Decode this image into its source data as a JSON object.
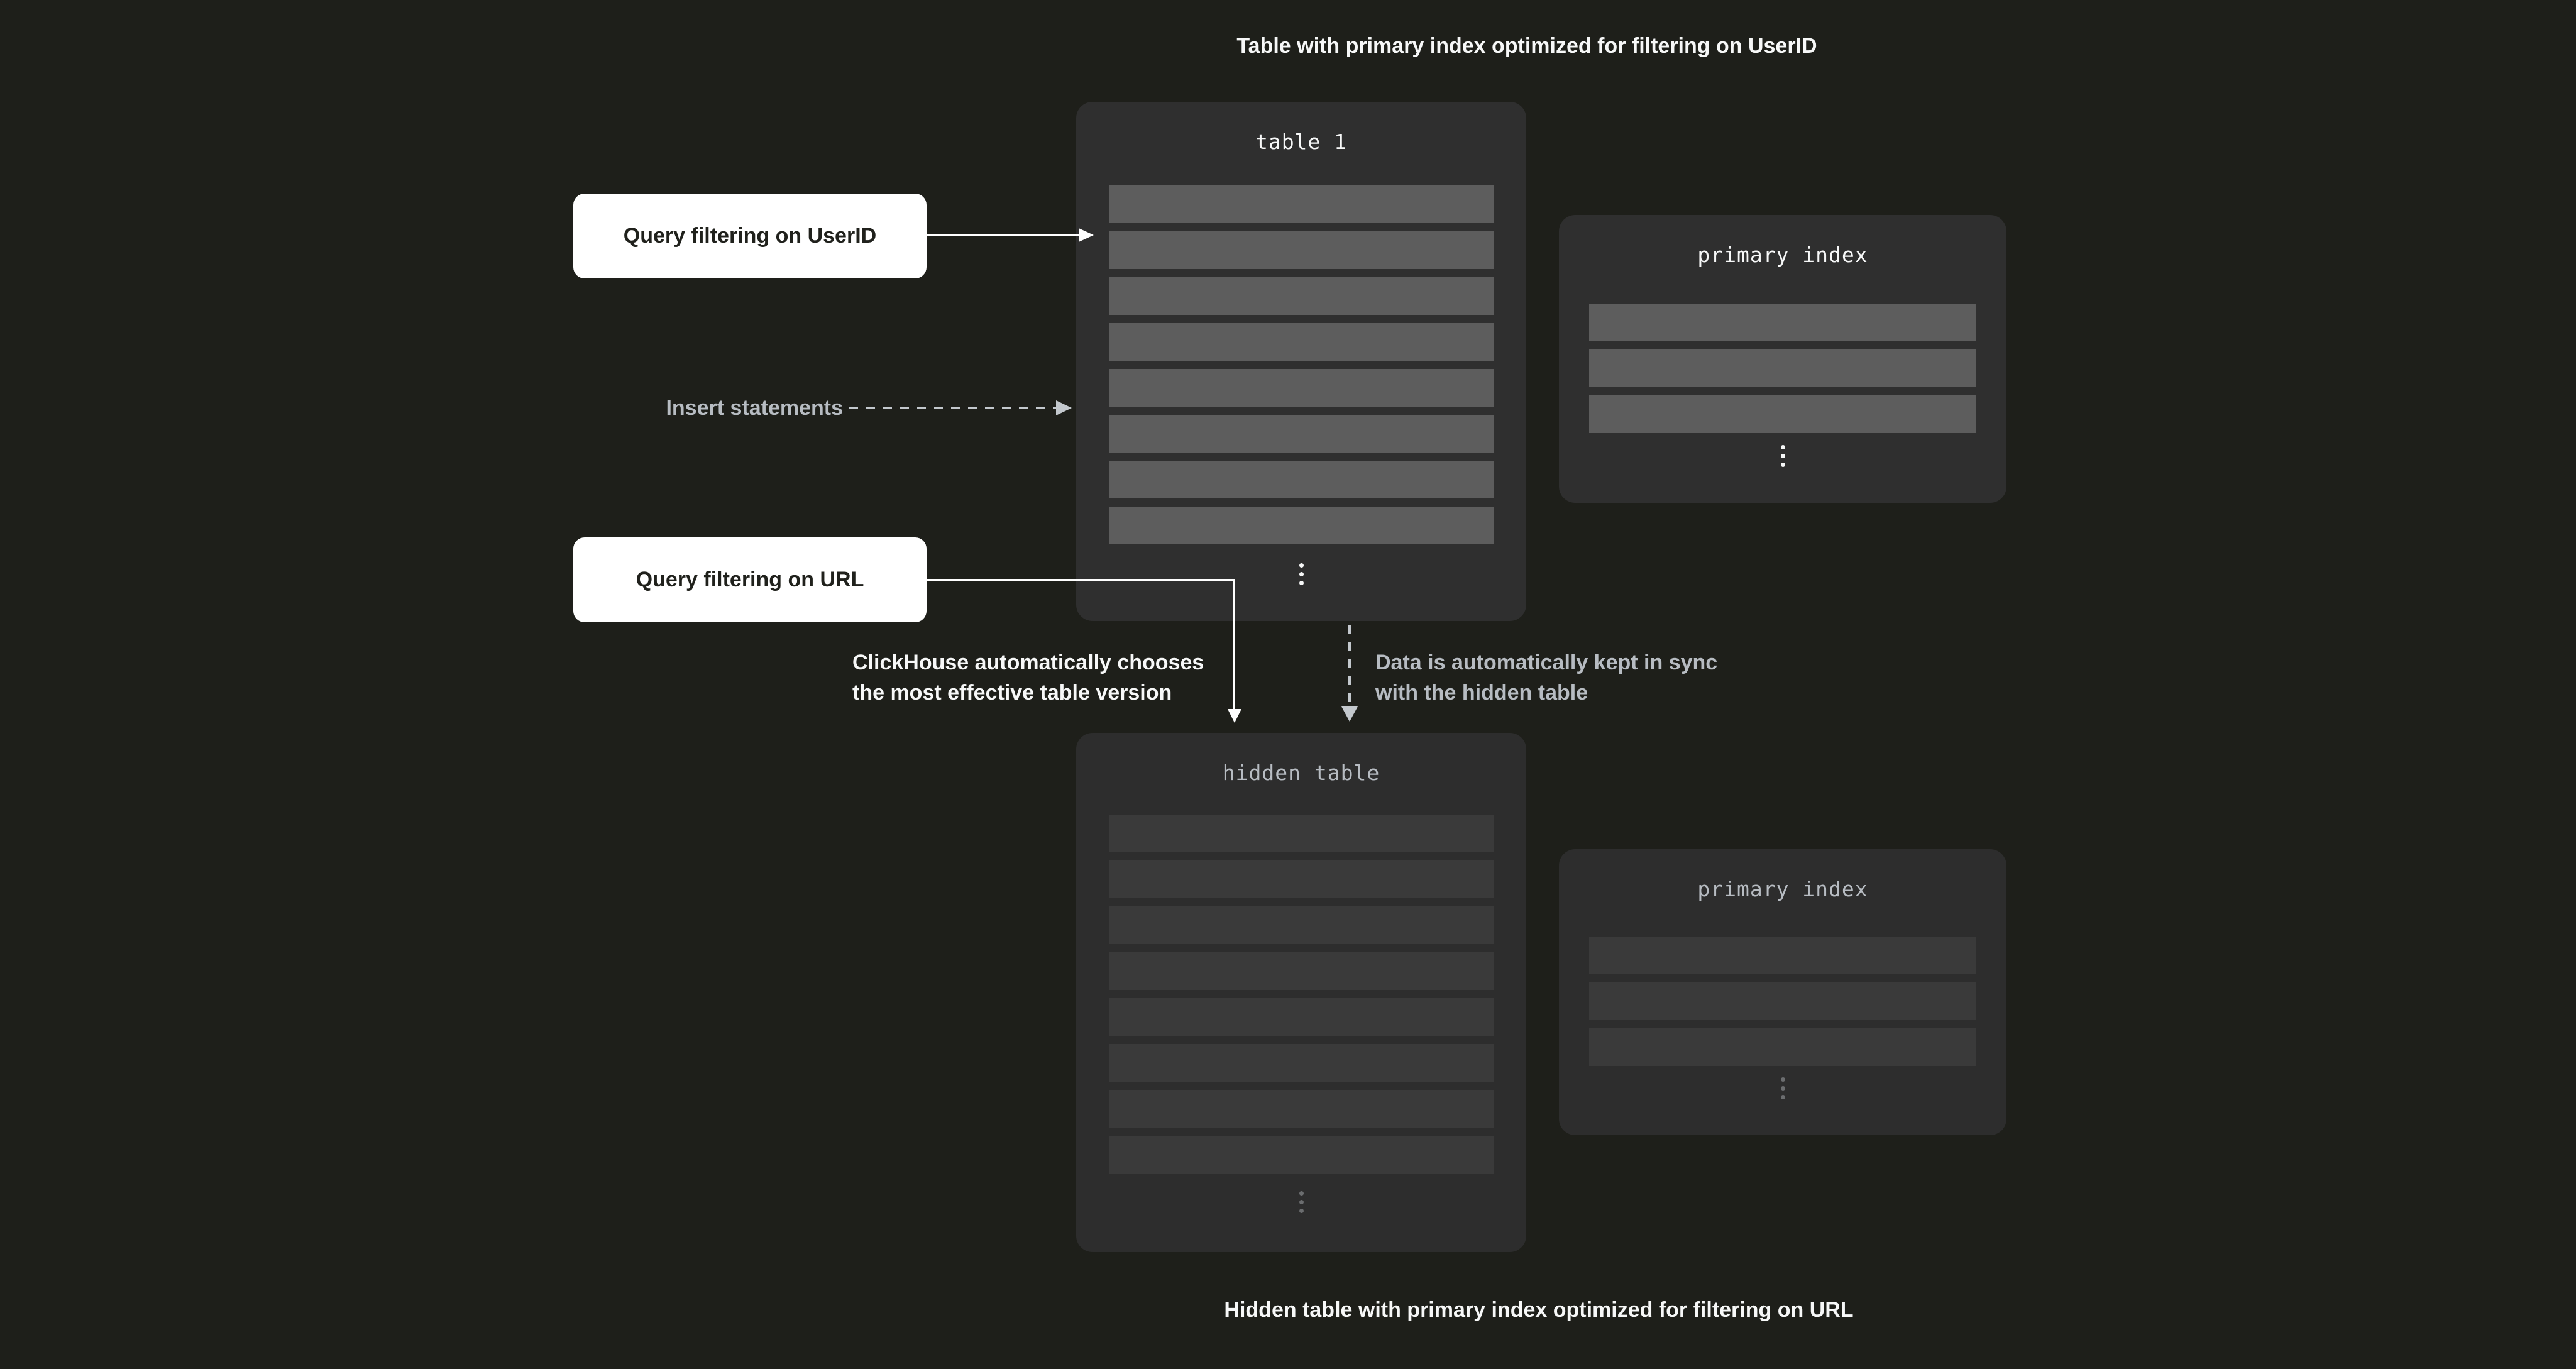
{
  "colors": {
    "background": "#1e1f1a",
    "panel": "#2f2f2f",
    "panel_hidden": "#2d2d2d",
    "row": "#5d5d5d",
    "row_hidden": "#3a3a3a",
    "text_white": "#f7f8f8",
    "text_gray": "#b7bcc2",
    "label_box_bg": "#ffffff",
    "label_box_text": "#20211c"
  },
  "captions": {
    "top": "Table with primary index optimized for filtering on UserID",
    "bottom": "Hidden table with primary index optimized for filtering on URL"
  },
  "table1": {
    "title": "table 1",
    "row_count": 8
  },
  "primary_index_top": {
    "title": "primary index",
    "row_count": 3
  },
  "hidden_table": {
    "title": "hidden table",
    "row_count": 8
  },
  "primary_index_bottom": {
    "title": "primary index",
    "row_count": 3
  },
  "labels": {
    "query_userid": "Query filtering on UserID",
    "insert_statements": "Insert statements",
    "query_url": "Query filtering on URL",
    "auto_choose_line1": "ClickHouse automatically chooses",
    "auto_choose_line2": "the most effective table version",
    "sync_line1": "Data is automatically kept in sync",
    "sync_line2": "with the hidden table"
  }
}
